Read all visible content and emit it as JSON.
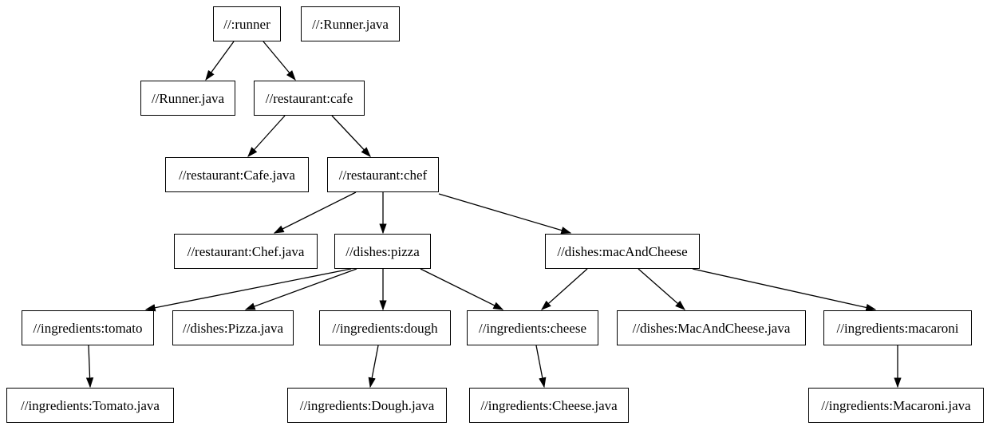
{
  "diagram": {
    "kind": "directed-dependency-graph",
    "colors": {
      "background": "#ffffff",
      "node_fill": "#ffffff",
      "node_border": "#000000",
      "edge": "#000000",
      "text": "#000000"
    },
    "nodes": [
      {
        "id": "runner",
        "label": "//:runner"
      },
      {
        "id": "runner-java-target",
        "label": "//:Runner.java"
      },
      {
        "id": "runner-java",
        "label": "//Runner.java"
      },
      {
        "id": "cafe",
        "label": "//restaurant:cafe"
      },
      {
        "id": "cafe-java",
        "label": "//restaurant:Cafe.java"
      },
      {
        "id": "chef",
        "label": "//restaurant:chef"
      },
      {
        "id": "chef-java",
        "label": "//restaurant:Chef.java"
      },
      {
        "id": "pizza",
        "label": "//dishes:pizza"
      },
      {
        "id": "mac-and-cheese",
        "label": "//dishes:macAndCheese"
      },
      {
        "id": "tomato",
        "label": "//ingredients:tomato"
      },
      {
        "id": "pizza-java",
        "label": "//dishes:Pizza.java"
      },
      {
        "id": "dough",
        "label": "//ingredients:dough"
      },
      {
        "id": "cheese",
        "label": "//ingredients:cheese"
      },
      {
        "id": "mac-and-cheese-java",
        "label": "//dishes:MacAndCheese.java"
      },
      {
        "id": "macaroni",
        "label": "//ingredients:macaroni"
      },
      {
        "id": "tomato-java",
        "label": "//ingredients:Tomato.java"
      },
      {
        "id": "dough-java",
        "label": "//ingredients:Dough.java"
      },
      {
        "id": "cheese-java",
        "label": "//ingredients:Cheese.java"
      },
      {
        "id": "macaroni-java",
        "label": "//ingredients:Macaroni.java"
      }
    ],
    "edges": [
      {
        "from": "runner",
        "to": "runner-java"
      },
      {
        "from": "runner",
        "to": "cafe"
      },
      {
        "from": "cafe",
        "to": "cafe-java"
      },
      {
        "from": "cafe",
        "to": "chef"
      },
      {
        "from": "chef",
        "to": "chef-java"
      },
      {
        "from": "chef",
        "to": "pizza"
      },
      {
        "from": "chef",
        "to": "mac-and-cheese"
      },
      {
        "from": "pizza",
        "to": "tomato"
      },
      {
        "from": "pizza",
        "to": "pizza-java"
      },
      {
        "from": "pizza",
        "to": "dough"
      },
      {
        "from": "pizza",
        "to": "cheese"
      },
      {
        "from": "mac-and-cheese",
        "to": "cheese"
      },
      {
        "from": "mac-and-cheese",
        "to": "mac-and-cheese-java"
      },
      {
        "from": "mac-and-cheese",
        "to": "macaroni"
      },
      {
        "from": "tomato",
        "to": "tomato-java"
      },
      {
        "from": "dough",
        "to": "dough-java"
      },
      {
        "from": "cheese",
        "to": "cheese-java"
      },
      {
        "from": "macaroni",
        "to": "macaroni-java"
      }
    ]
  }
}
